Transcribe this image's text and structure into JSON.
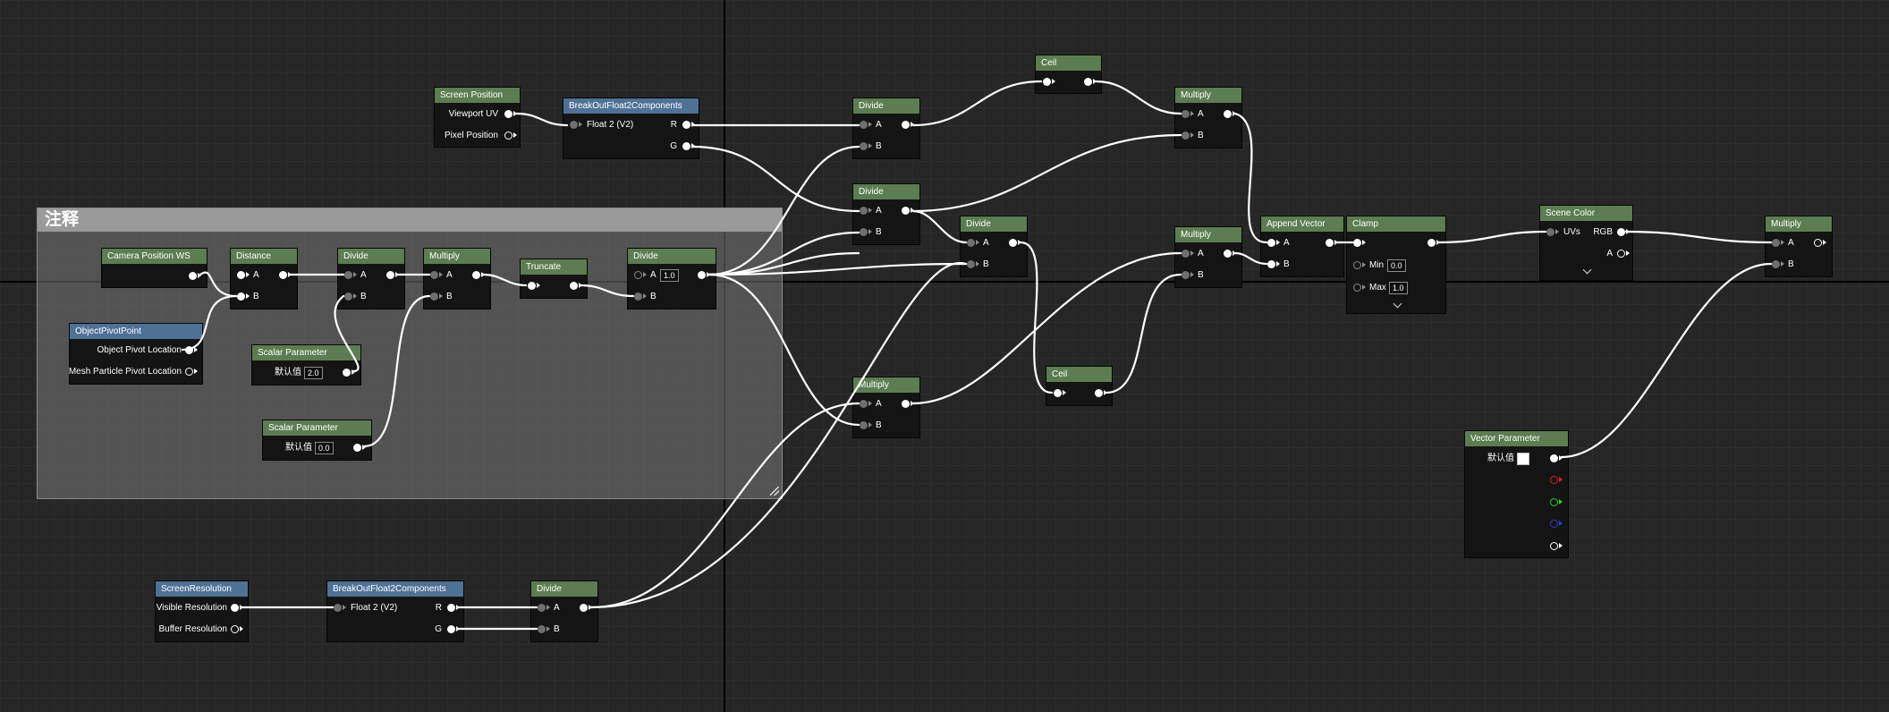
{
  "comment": {
    "title": "注释"
  },
  "nodes": {
    "screen_position": {
      "title": "Screen Position",
      "out1": "Viewport UV",
      "out2": "Pixel Position"
    },
    "breakout_top": {
      "title": "BreakOutFloat2Components",
      "in": "Float 2 (V2)",
      "out1": "R",
      "out2": "G"
    },
    "divide_top": {
      "title": "Divide",
      "a": "A",
      "b": "B"
    },
    "ceil_top": {
      "title": "Ceil"
    },
    "multiply_top": {
      "title": "Multiply",
      "a": "A",
      "b": "B"
    },
    "divide_mid": {
      "title": "Divide",
      "a": "A",
      "b": "B"
    },
    "divide_right": {
      "title": "Divide",
      "a": "A",
      "b": "B"
    },
    "multiply_mid": {
      "title": "Multiply",
      "a": "A",
      "b": "B"
    },
    "append_vector": {
      "title": "Append Vector",
      "a": "A",
      "b": "B"
    },
    "clamp": {
      "title": "Clamp",
      "min_label": "Min",
      "min_value": "0.0",
      "max_label": "Max",
      "max_value": "1.0"
    },
    "scene_color": {
      "title": "Scene Color",
      "in": "UVs",
      "out1": "RGB",
      "out2": "A"
    },
    "multiply_final": {
      "title": "Multiply",
      "a": "A",
      "b": "B"
    },
    "camera_position": {
      "title": "Camera Position WS"
    },
    "distance": {
      "title": "Distance",
      "a": "A",
      "b": "B"
    },
    "divide_c1": {
      "title": "Divide",
      "a": "A",
      "b": "B"
    },
    "multiply_c1": {
      "title": "Multiply",
      "a": "A",
      "b": "B"
    },
    "truncate": {
      "title": "Truncate"
    },
    "divide_c2": {
      "title": "Divide",
      "a": "A",
      "a_value": "1.0",
      "b": "B"
    },
    "object_pivot": {
      "title": "ObjectPivotPoint",
      "out1": "Object Pivot Location",
      "out2": "Mesh Particle Pivot Location"
    },
    "scalar_param1": {
      "title": "Scalar Parameter",
      "label": "默认值",
      "value": "2.0"
    },
    "scalar_param2": {
      "title": "Scalar Parameter",
      "label": "默认值",
      "value": "0.0"
    },
    "multiply_low": {
      "title": "Multiply",
      "a": "A",
      "b": "B"
    },
    "ceil_low": {
      "title": "Ceil"
    },
    "vector_param": {
      "title": "Vector Parameter",
      "label": "默认值"
    },
    "screen_resolution": {
      "title": "ScreenResolution",
      "out1": "Visible Resolution",
      "out2": "Buffer Resolution"
    },
    "breakout_bottom": {
      "title": "BreakOutFloat2Components",
      "in": "Float 2 (V2)",
      "out1": "R",
      "out2": "G"
    },
    "divide_bottom": {
      "title": "Divide",
      "a": "A",
      "b": "B"
    }
  },
  "colors": {
    "background": "#262626",
    "node_header_green": "#5c7d51",
    "node_header_blue": "#4f7196",
    "comment_header": "#9a9a9a"
  }
}
